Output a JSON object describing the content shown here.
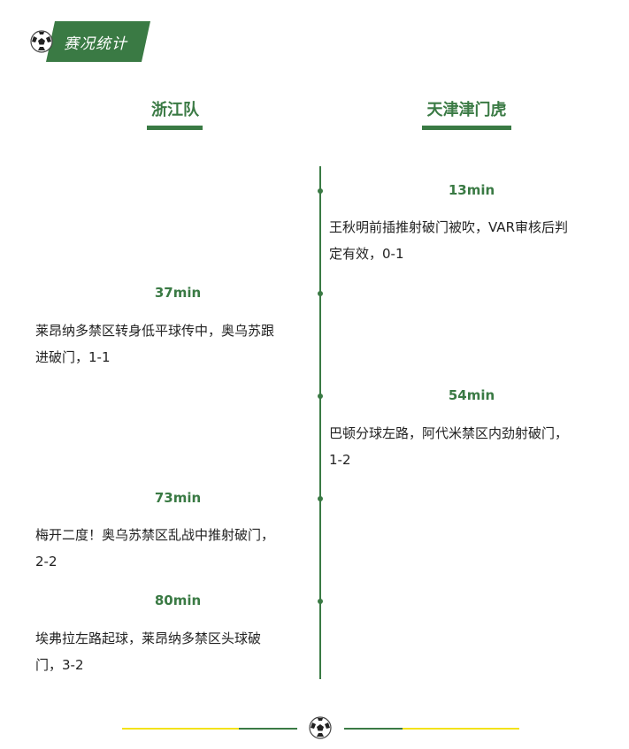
{
  "header": {
    "title": "赛况统计",
    "icon": "soccer-ball-icon"
  },
  "teams": {
    "home": "浙江队",
    "away": "天津津门虎"
  },
  "events": [
    {
      "side": "away",
      "minute": "13min",
      "text_line1": "王秋明前插推射破门被吹，VAR审核后判",
      "text_line2": "定有效，0-1"
    },
    {
      "side": "home",
      "minute": "37min",
      "text_line1": "莱昂纳多禁区转身低平球传中，奥乌苏跟",
      "text_line2": "进破门，1-1"
    },
    {
      "side": "away",
      "minute": "54min",
      "text_line1": "巴顿分球左路，阿代米禁区内劲射破门，",
      "text_line2": "1-2"
    },
    {
      "side": "home",
      "minute": "73min",
      "text_line1": "梅开二度！奥乌苏禁区乱战中推射破门，",
      "text_line2": "2-2"
    },
    {
      "side": "home",
      "minute": "80min",
      "text_line1": "埃弗拉左路起球，莱昂纳多禁区头球破",
      "text_line2": "门，3-2"
    }
  ],
  "colors": {
    "accent_green": "#3a7a44",
    "accent_yellow": "#f3e21a"
  },
  "footer": {
    "icon": "soccer-ball-icon"
  }
}
